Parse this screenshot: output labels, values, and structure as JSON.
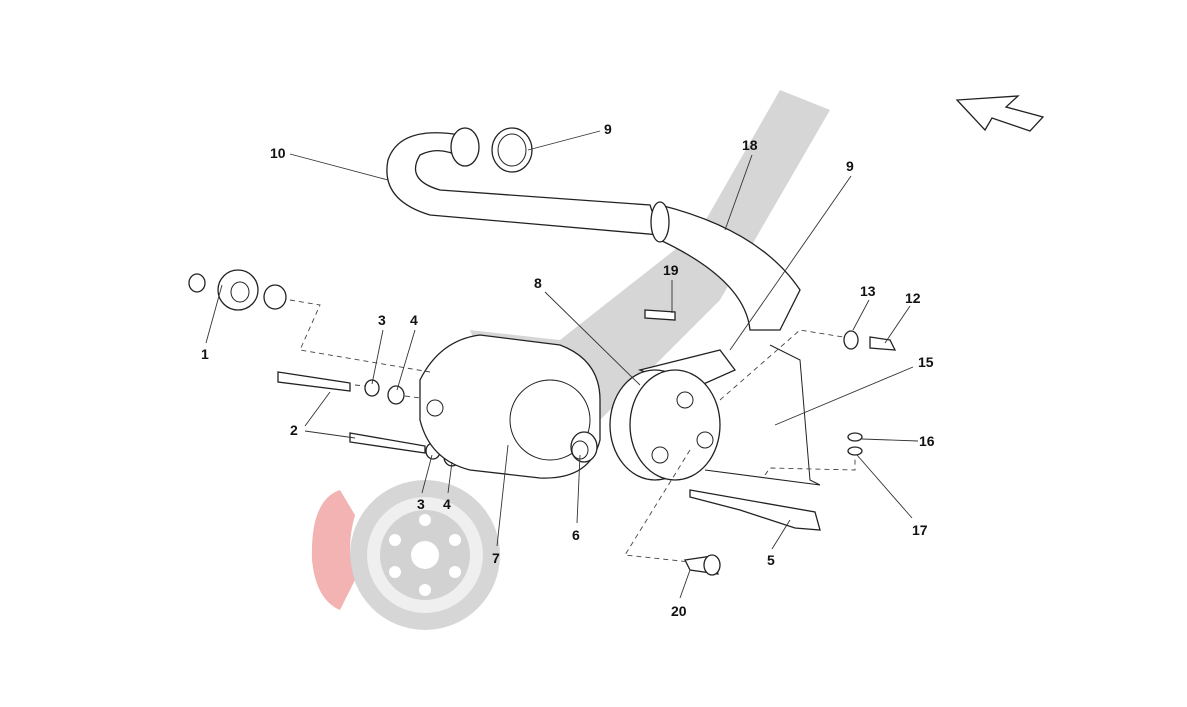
{
  "diagram": {
    "callouts": [
      {
        "id": "c1",
        "label": "1"
      },
      {
        "id": "c2",
        "label": "2"
      },
      {
        "id": "c3a",
        "label": "3"
      },
      {
        "id": "c4a",
        "label": "4"
      },
      {
        "id": "c3b",
        "label": "3"
      },
      {
        "id": "c4b",
        "label": "4"
      },
      {
        "id": "c5",
        "label": "5"
      },
      {
        "id": "c6",
        "label": "6"
      },
      {
        "id": "c7",
        "label": "7"
      },
      {
        "id": "c8",
        "label": "8"
      },
      {
        "id": "c9a",
        "label": "9"
      },
      {
        "id": "c9b",
        "label": "9"
      },
      {
        "id": "c10",
        "label": "10"
      },
      {
        "id": "c12",
        "label": "12"
      },
      {
        "id": "c13",
        "label": "13"
      },
      {
        "id": "c15",
        "label": "15"
      },
      {
        "id": "c16",
        "label": "16"
      },
      {
        "id": "c17",
        "label": "17"
      },
      {
        "id": "c18",
        "label": "18"
      },
      {
        "id": "c19",
        "label": "19"
      },
      {
        "id": "c20",
        "label": "20"
      }
    ],
    "direction_icon": "arrow-icon",
    "watermark_colors": {
      "grey": "#c8c8c8",
      "red": "#f0a0a0"
    }
  }
}
